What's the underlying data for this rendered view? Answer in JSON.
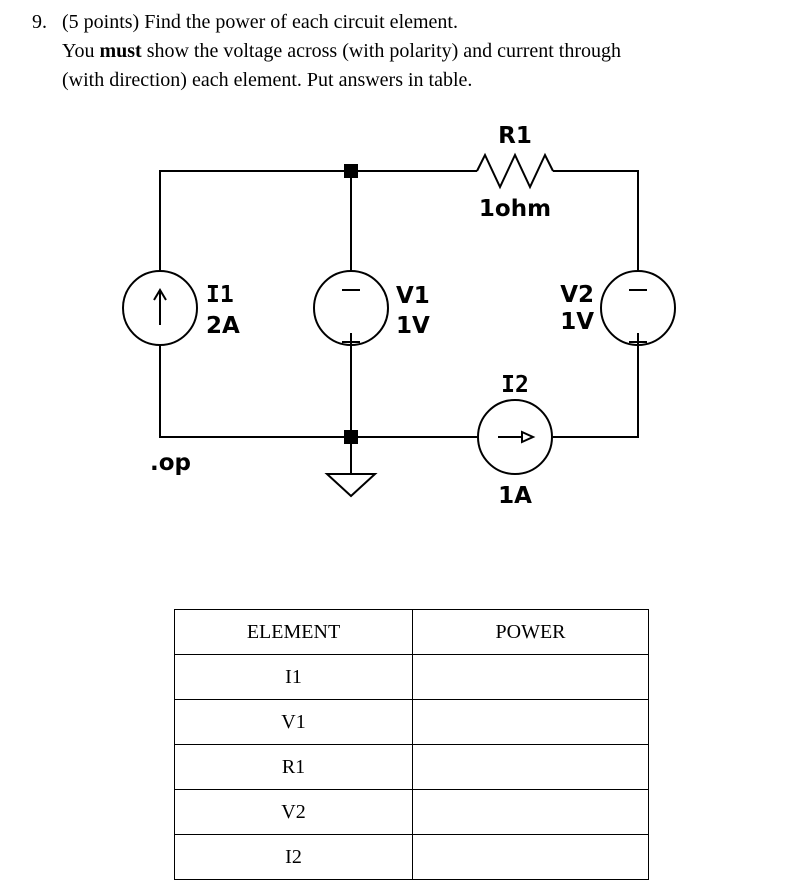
{
  "question": {
    "number": "9.",
    "line1": "(5 points) Find the power of each circuit element.",
    "line2_pre": "You ",
    "line2_bold": "must",
    "line2_post": " show the voltage across (with polarity) and current through",
    "line3": "(with direction) each element. Put answers in table."
  },
  "circuit": {
    "r1": {
      "name": "R1",
      "value": "1ohm"
    },
    "i1": {
      "name": "I1",
      "value": "2A"
    },
    "v1": {
      "name": "V1",
      "value": "1V"
    },
    "v2": {
      "name": "V2",
      "value": "1V"
    },
    "i2": {
      "name": "I2",
      "value": "1A"
    },
    "op": ".op",
    "plus": "+",
    "minus": "−"
  },
  "table": {
    "headers": [
      "ELEMENT",
      "POWER"
    ],
    "rows": [
      {
        "element": "I1",
        "power": ""
      },
      {
        "element": "V1",
        "power": ""
      },
      {
        "element": "R1",
        "power": ""
      },
      {
        "element": "V2",
        "power": ""
      },
      {
        "element": "I2",
        "power": ""
      }
    ]
  }
}
